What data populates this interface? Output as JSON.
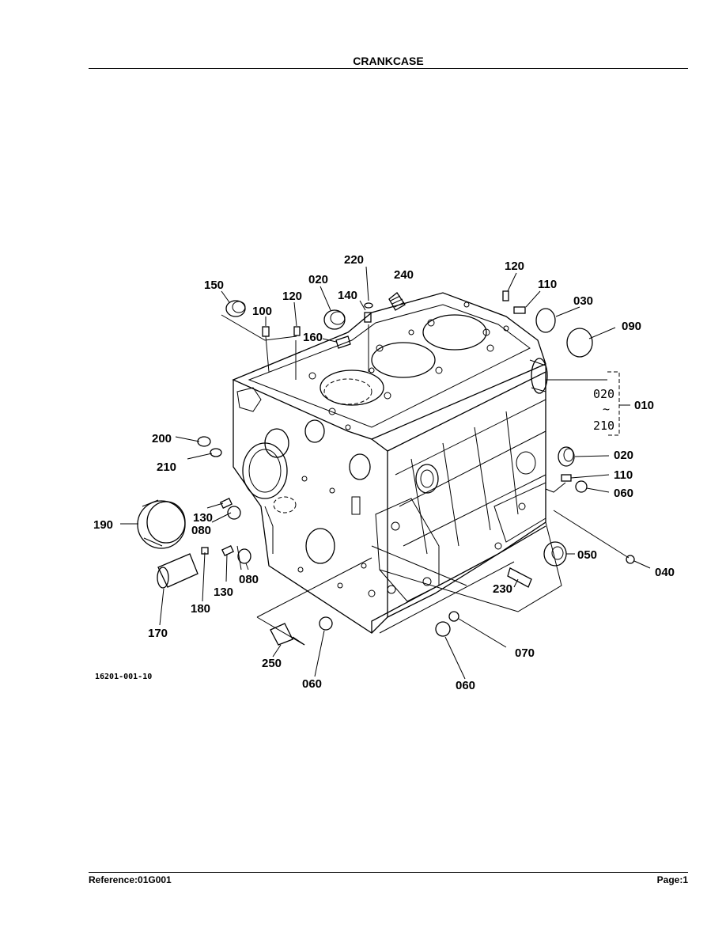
{
  "page": {
    "title": "CRANKCASE",
    "reference": "Reference:01G001",
    "page_number": "Page:1"
  },
  "diagram": {
    "figure_id": "16201-001-10",
    "bracket_range": {
      "start": "020",
      "tilde": "~",
      "end": "210"
    },
    "callouts": [
      {
        "id": "c-220",
        "text": "220"
      },
      {
        "id": "c-240",
        "text": "240"
      },
      {
        "id": "c-120a",
        "text": "120"
      },
      {
        "id": "c-150",
        "text": "150"
      },
      {
        "id": "c-020a",
        "text": "020"
      },
      {
        "id": "c-140",
        "text": "140"
      },
      {
        "id": "c-120b",
        "text": "120"
      },
      {
        "id": "c-110a",
        "text": "110"
      },
      {
        "id": "c-100",
        "text": "100"
      },
      {
        "id": "c-030",
        "text": "030"
      },
      {
        "id": "c-090",
        "text": "090"
      },
      {
        "id": "c-160",
        "text": "160"
      },
      {
        "id": "c-010",
        "text": "010"
      },
      {
        "id": "c-200",
        "text": "200"
      },
      {
        "id": "c-210",
        "text": "210"
      },
      {
        "id": "c-020b",
        "text": "020"
      },
      {
        "id": "c-110b",
        "text": "110"
      },
      {
        "id": "c-060a",
        "text": "060"
      },
      {
        "id": "c-130a",
        "text": "130"
      },
      {
        "id": "c-080a",
        "text": "080"
      },
      {
        "id": "c-190",
        "text": "190"
      },
      {
        "id": "c-050",
        "text": "050"
      },
      {
        "id": "c-040",
        "text": "040"
      },
      {
        "id": "c-130b",
        "text": "130"
      },
      {
        "id": "c-080b",
        "text": "080"
      },
      {
        "id": "c-230",
        "text": "230"
      },
      {
        "id": "c-180",
        "text": "180"
      },
      {
        "id": "c-170",
        "text": "170"
      },
      {
        "id": "c-070",
        "text": "070"
      },
      {
        "id": "c-250",
        "text": "250"
      },
      {
        "id": "c-060b",
        "text": "060"
      },
      {
        "id": "c-060c",
        "text": "060"
      }
    ]
  }
}
